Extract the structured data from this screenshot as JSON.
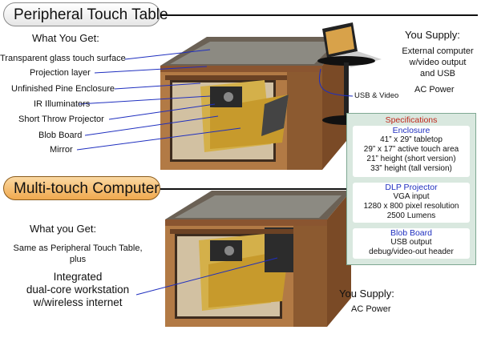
{
  "sections": {
    "peripheral": {
      "title": "Peripheral Touch Table",
      "what_you_get": "What You Get:",
      "items": [
        {
          "label": "Transparent glass touch surface",
          "color": "black"
        },
        {
          "label": "Projection layer",
          "color": "red"
        },
        {
          "label": "Unfinished Pine Enclosure",
          "color": "black"
        },
        {
          "label": "IR Illuminators",
          "color": "red"
        },
        {
          "label": "Short Throw Projector",
          "color": "black"
        },
        {
          "label": "Blob Board",
          "color": "red"
        },
        {
          "label": "Mirror",
          "color": "black"
        }
      ],
      "you_supply": "You Supply:",
      "supply_lines": [
        "External computer",
        "w/video output",
        "and USB"
      ],
      "ac_power": "AC Power",
      "usb_video": "USB & Video"
    },
    "multitouch": {
      "title": "Multi-touch Computer",
      "what_you_get": "What you Get:",
      "same_as": [
        "Same as Peripheral Touch Table,",
        "plus"
      ],
      "integrated": [
        "Integrated",
        "dual-core workstation",
        "w/wireless internet"
      ],
      "you_supply": "You Supply:",
      "ac_power": "AC Power"
    }
  },
  "specifications": {
    "title": "Specifications",
    "enclosure": {
      "heading": "Enclosure",
      "lines": [
        "41” x 29” tabletop",
        "29” x 17” active touch area",
        "21” height (short version)",
        "33” height (tall version)"
      ]
    },
    "projector": {
      "heading": "DLP Projector",
      "lines": [
        "VGA input",
        "1280 x 800 pixel resolution",
        "2500 Lumens"
      ]
    },
    "blob_board": {
      "heading": "Blob Board",
      "lines": [
        "USB output",
        "debug/video-out header"
      ]
    }
  },
  "colors": {
    "heading_blue": "#1f2fbf",
    "accent_red": "#c0281c",
    "wood": "#a86a3a",
    "spec_bg": "#d9e8df",
    "pill_orange": "#f0a94e"
  }
}
